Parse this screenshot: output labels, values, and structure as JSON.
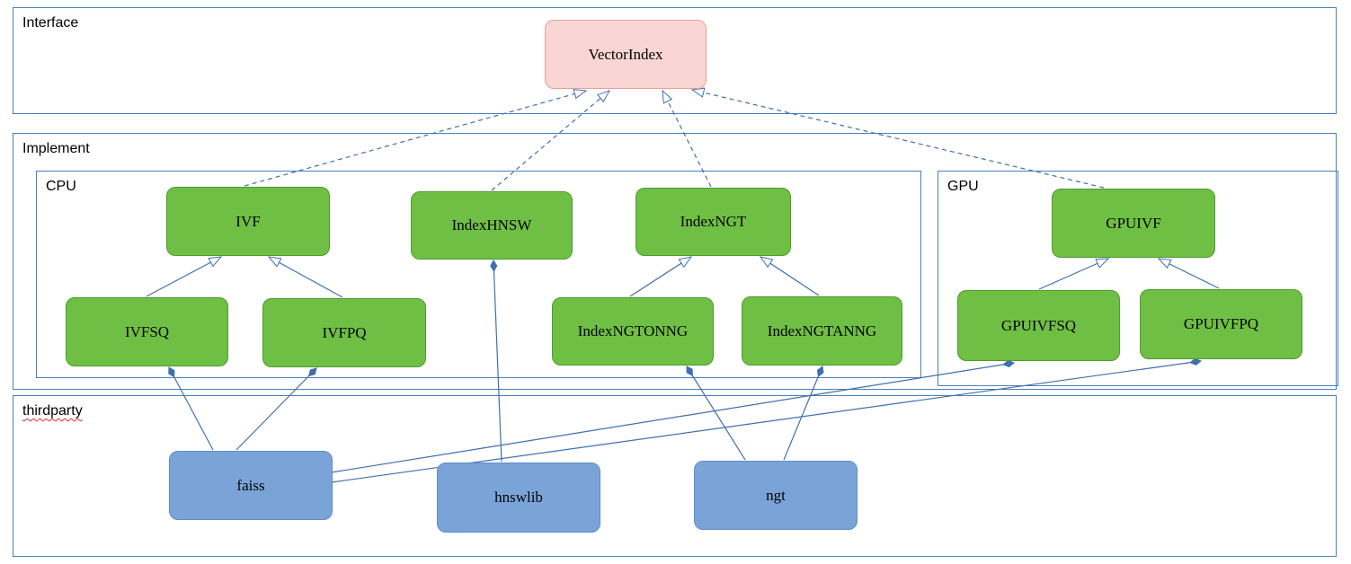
{
  "diagram": {
    "sections": {
      "interface": {
        "label": "Interface"
      },
      "implement": {
        "label": "Implement"
      },
      "cpu": {
        "label": "CPU"
      },
      "gpu": {
        "label": "GPU"
      },
      "thirdparty": {
        "label": "thirdparty"
      }
    },
    "nodes": {
      "vectorindex": {
        "label": "VectorIndex",
        "kind": "interface"
      },
      "ivf": {
        "label": "IVF",
        "kind": "implementation-cpu"
      },
      "indexhnsw": {
        "label": "IndexHNSW",
        "kind": "implementation-cpu"
      },
      "indexngt": {
        "label": "IndexNGT",
        "kind": "implementation-cpu"
      },
      "ivfsq": {
        "label": "IVFSQ",
        "kind": "implementation-cpu"
      },
      "ivfpq": {
        "label": "IVFPQ",
        "kind": "implementation-cpu"
      },
      "indexngtonng": {
        "label": "IndexNGTONNG",
        "kind": "implementation-cpu"
      },
      "indexngtanng": {
        "label": "IndexNGTANNG",
        "kind": "implementation-cpu"
      },
      "gpuivf": {
        "label": "GPUIVF",
        "kind": "implementation-gpu"
      },
      "gpuivfsq": {
        "label": "GPUIVFSQ",
        "kind": "implementation-gpu"
      },
      "gpuivfpq": {
        "label": "GPUIVFPQ",
        "kind": "implementation-gpu"
      },
      "faiss": {
        "label": "faiss",
        "kind": "thirdparty"
      },
      "hnswlib": {
        "label": "hnswlib",
        "kind": "thirdparty"
      },
      "ngt": {
        "label": "ngt",
        "kind": "thirdparty"
      }
    },
    "edges": [
      {
        "from": "IVF",
        "to": "VectorIndex",
        "type": "realization"
      },
      {
        "from": "IndexHNSW",
        "to": "VectorIndex",
        "type": "realization"
      },
      {
        "from": "IndexNGT",
        "to": "VectorIndex",
        "type": "realization"
      },
      {
        "from": "GPUIVF",
        "to": "VectorIndex",
        "type": "realization"
      },
      {
        "from": "IVFSQ",
        "to": "IVF",
        "type": "generalization"
      },
      {
        "from": "IVFPQ",
        "to": "IVF",
        "type": "generalization"
      },
      {
        "from": "IndexNGTONNG",
        "to": "IndexNGT",
        "type": "generalization"
      },
      {
        "from": "IndexNGTANNG",
        "to": "IndexNGT",
        "type": "generalization"
      },
      {
        "from": "GPUIVFSQ",
        "to": "GPUIVF",
        "type": "generalization"
      },
      {
        "from": "GPUIVFPQ",
        "to": "GPUIVF",
        "type": "generalization"
      },
      {
        "from": "faiss",
        "to": "IVFSQ",
        "type": "composition"
      },
      {
        "from": "faiss",
        "to": "IVFPQ",
        "type": "composition"
      },
      {
        "from": "faiss",
        "to": "GPUIVFSQ",
        "type": "composition"
      },
      {
        "from": "faiss",
        "to": "GPUIVFPQ",
        "type": "composition"
      },
      {
        "from": "hnswlib",
        "to": "IndexHNSW",
        "type": "composition"
      },
      {
        "from": "ngt",
        "to": "IndexNGTONNG",
        "type": "composition"
      },
      {
        "from": "ngt",
        "to": "IndexNGTANNG",
        "type": "composition"
      }
    ],
    "colors": {
      "interface_fill": "#f9d6d4",
      "interface_border": "#e89f9b",
      "implementation_fill": "#6fbf44",
      "implementation_border": "#4f9a31",
      "thirdparty_fill": "#7aa4d8",
      "thirdparty_border": "#5f8cc7",
      "edge_line": "#3f6fae",
      "section_border": "#4a7ebb",
      "spellcheck_underline": "#d93025"
    }
  }
}
